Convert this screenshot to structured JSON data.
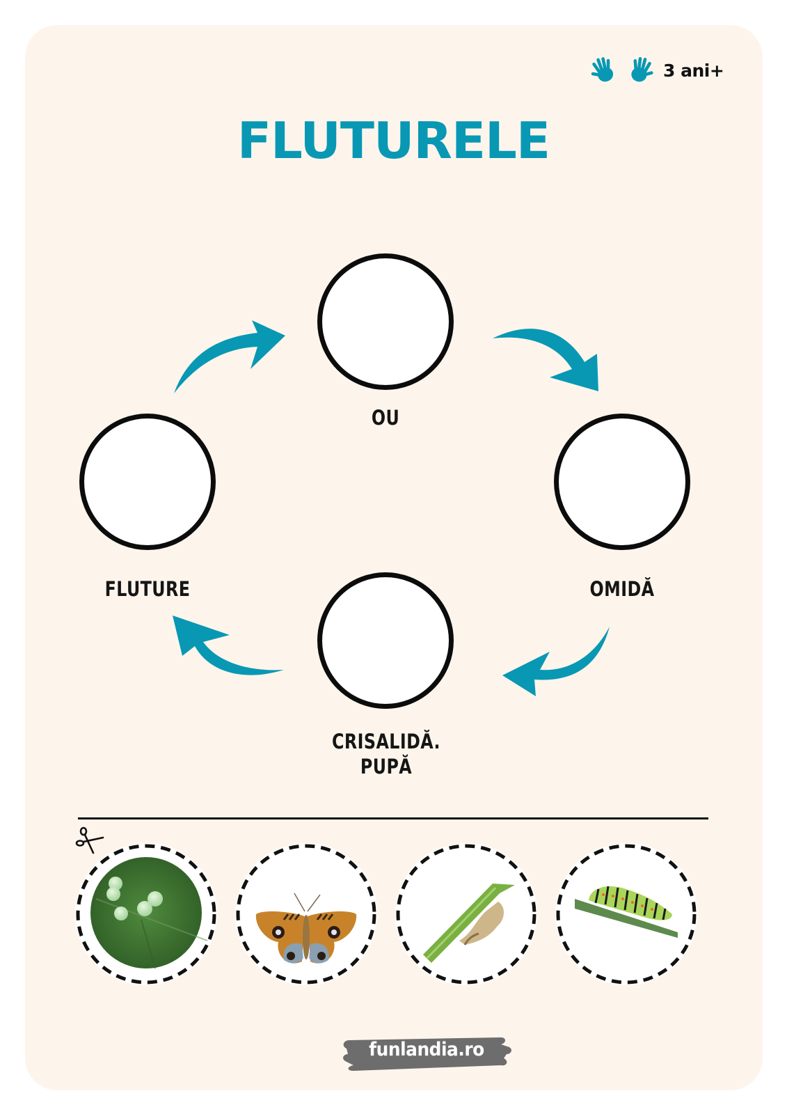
{
  "header": {
    "age_label": "3 ani+",
    "icons": [
      "hand-icon",
      "hand-icon"
    ]
  },
  "title": "FLUTURELE",
  "cycle": {
    "stages": [
      {
        "id": "ou",
        "label": "OU"
      },
      {
        "id": "omida",
        "label": "OMIDĂ"
      },
      {
        "id": "crisalida",
        "label_line1": "CRISALIDĂ.",
        "label_line2": "PUPĂ"
      },
      {
        "id": "fluture",
        "label": "FLUTURE"
      }
    ],
    "arrows": [
      "ou-to-omida",
      "omida-to-crisalida",
      "crisalida-to-fluture",
      "fluture-to-ou"
    ]
  },
  "cutouts": {
    "icon": "scissors-icon",
    "pieces": [
      {
        "name": "eggs-photo",
        "depicts": "butterfly eggs on leaf"
      },
      {
        "name": "butterfly-photo",
        "depicts": "butterfly"
      },
      {
        "name": "chrysalis-photo",
        "depicts": "chrysalis on stem"
      },
      {
        "name": "caterpillar-photo",
        "depicts": "caterpillar on stem"
      }
    ]
  },
  "footer": {
    "brand": "funlandia.ro"
  },
  "colors": {
    "accent": "#0898b4",
    "background": "#fdf5ec",
    "brand_badge": "#6d6d6d"
  }
}
